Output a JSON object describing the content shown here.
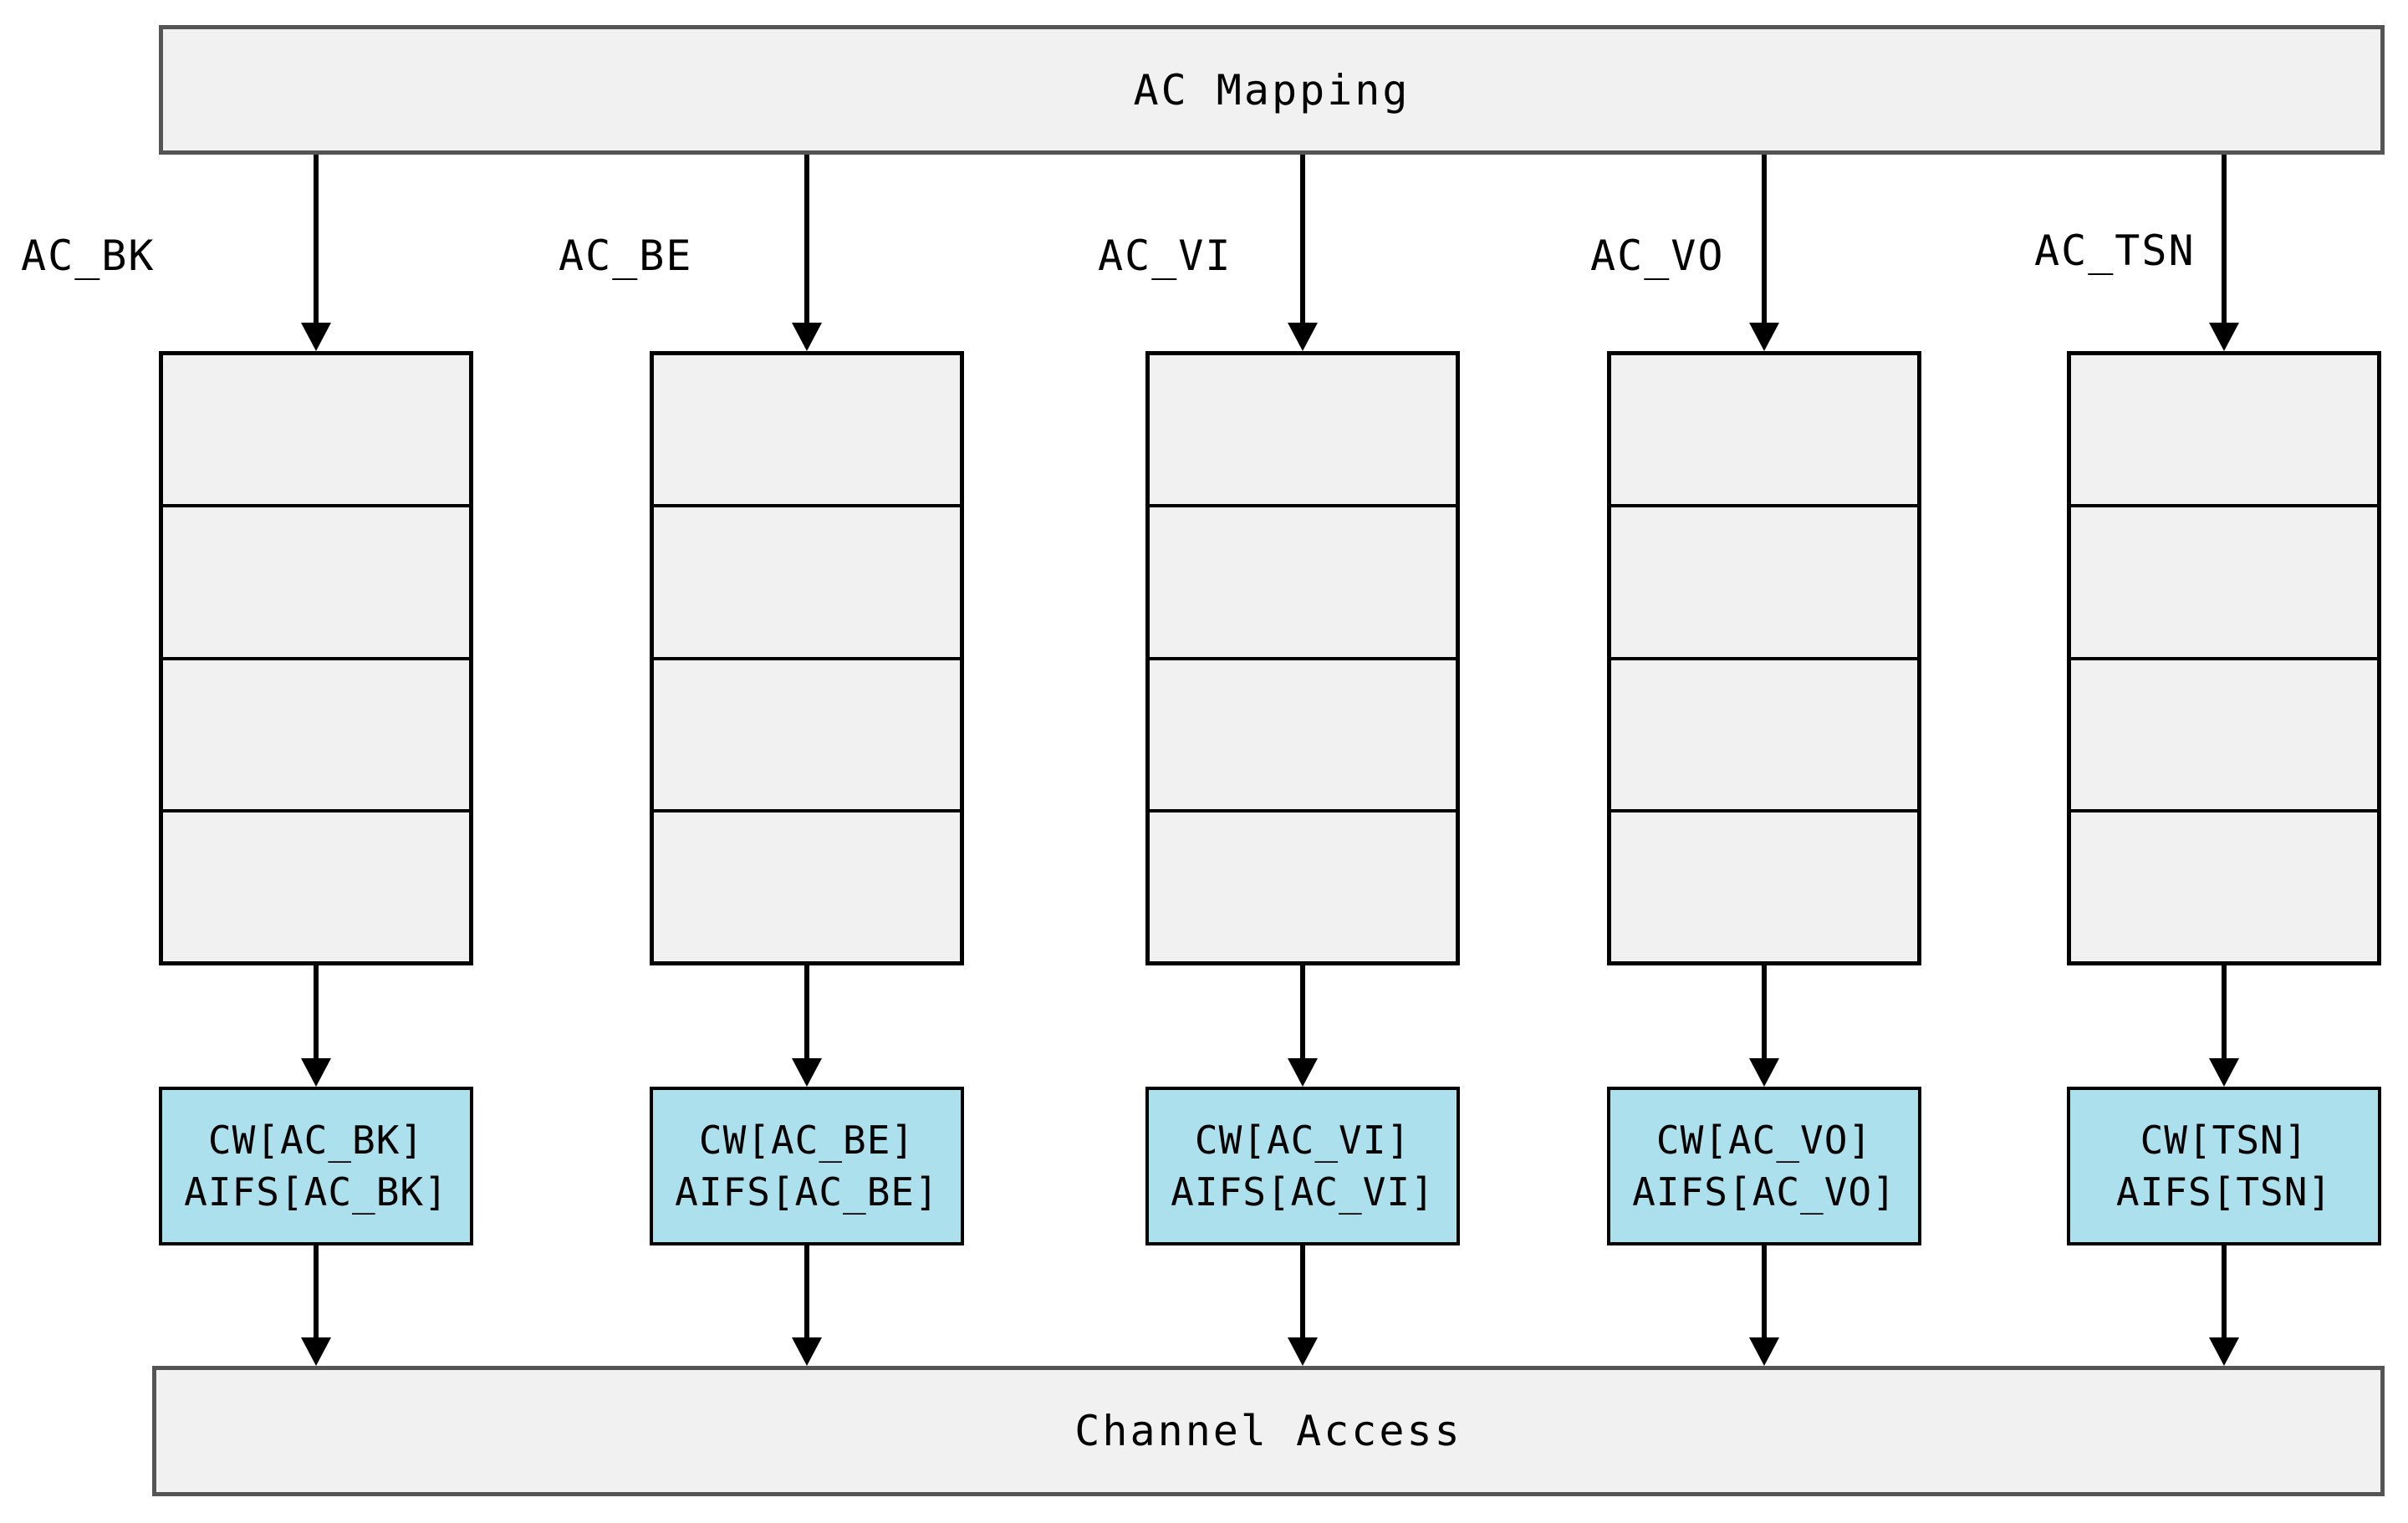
{
  "top_bar": {
    "label": "AC Mapping"
  },
  "bottom_bar": {
    "label": "Channel Access"
  },
  "columns": [
    {
      "label": "AC_BK",
      "cw_line": "CW[AC_BK]",
      "aifs_line": "AIFS[AC_BK]"
    },
    {
      "label": "AC_BE",
      "cw_line": "CW[AC_BE]",
      "aifs_line": "AIFS[AC_BE]"
    },
    {
      "label": "AC_VI",
      "cw_line": "CW[AC_VI]",
      "aifs_line": "AIFS[AC_VI]"
    },
    {
      "label": "AC_VO",
      "cw_line": "CW[AC_VO]",
      "aifs_line": "AIFS[AC_VO]"
    },
    {
      "label": "AC_TSN",
      "cw_line": "CW[TSN]",
      "aifs_line": "AIFS[TSN]"
    }
  ],
  "queue": {
    "segments": 4
  },
  "colors": {
    "box_fill": "#f1f1f1",
    "bar_border": "#545454",
    "block_border": "#000000",
    "edca_fill": "#ace0ed",
    "arrow": "#000000"
  }
}
